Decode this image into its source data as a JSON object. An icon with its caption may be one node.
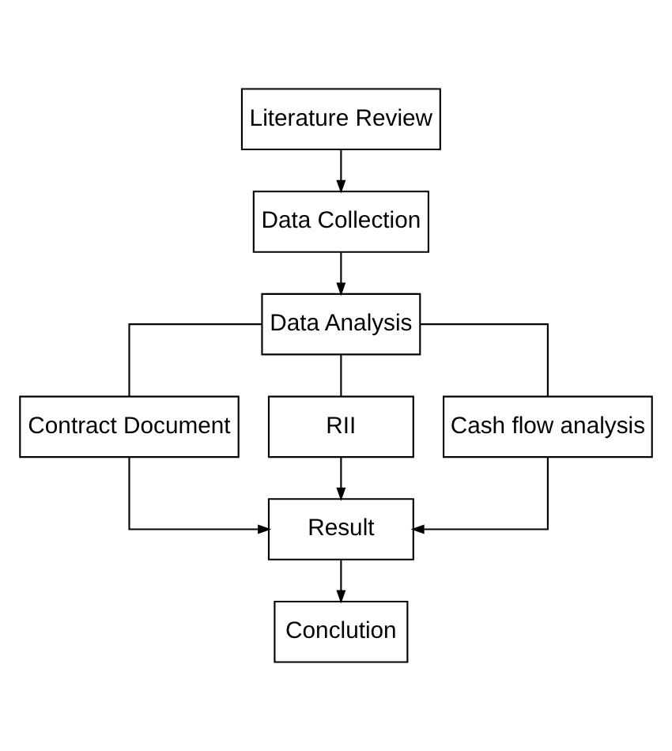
{
  "diagram": {
    "nodes": [
      {
        "text": [
          "Literature Review"
        ]
      },
      {
        "text": [
          "Data Collection"
        ]
      },
      {
        "text": [
          "Data Analysis"
        ]
      },
      {
        "text": [
          "Contract Document"
        ]
      },
      {
        "text": [
          "RII"
        ]
      },
      {
        "text": [
          "Cash flow analysis"
        ]
      },
      {
        "text": [
          "Result"
        ]
      },
      {
        "text": [
          "Conclution"
        ]
      }
    ],
    "edges": [
      {
        "from": 0,
        "to": 1,
        "arrow": "to"
      },
      {
        "from": 1,
        "to": 2,
        "arrow": "to"
      },
      {
        "from": 2,
        "to": 3,
        "arrow": "none"
      },
      {
        "from": 2,
        "to": 4,
        "arrow": "none"
      },
      {
        "from": 2,
        "to": 5,
        "arrow": "none"
      },
      {
        "from": 3,
        "to": 6,
        "arrow": "to"
      },
      {
        "from": 4,
        "to": 6,
        "arrow": "to"
      },
      {
        "from": 5,
        "to": 6,
        "arrow": "to"
      },
      {
        "from": 6,
        "to": 7,
        "arrow": "to"
      }
    ]
  }
}
